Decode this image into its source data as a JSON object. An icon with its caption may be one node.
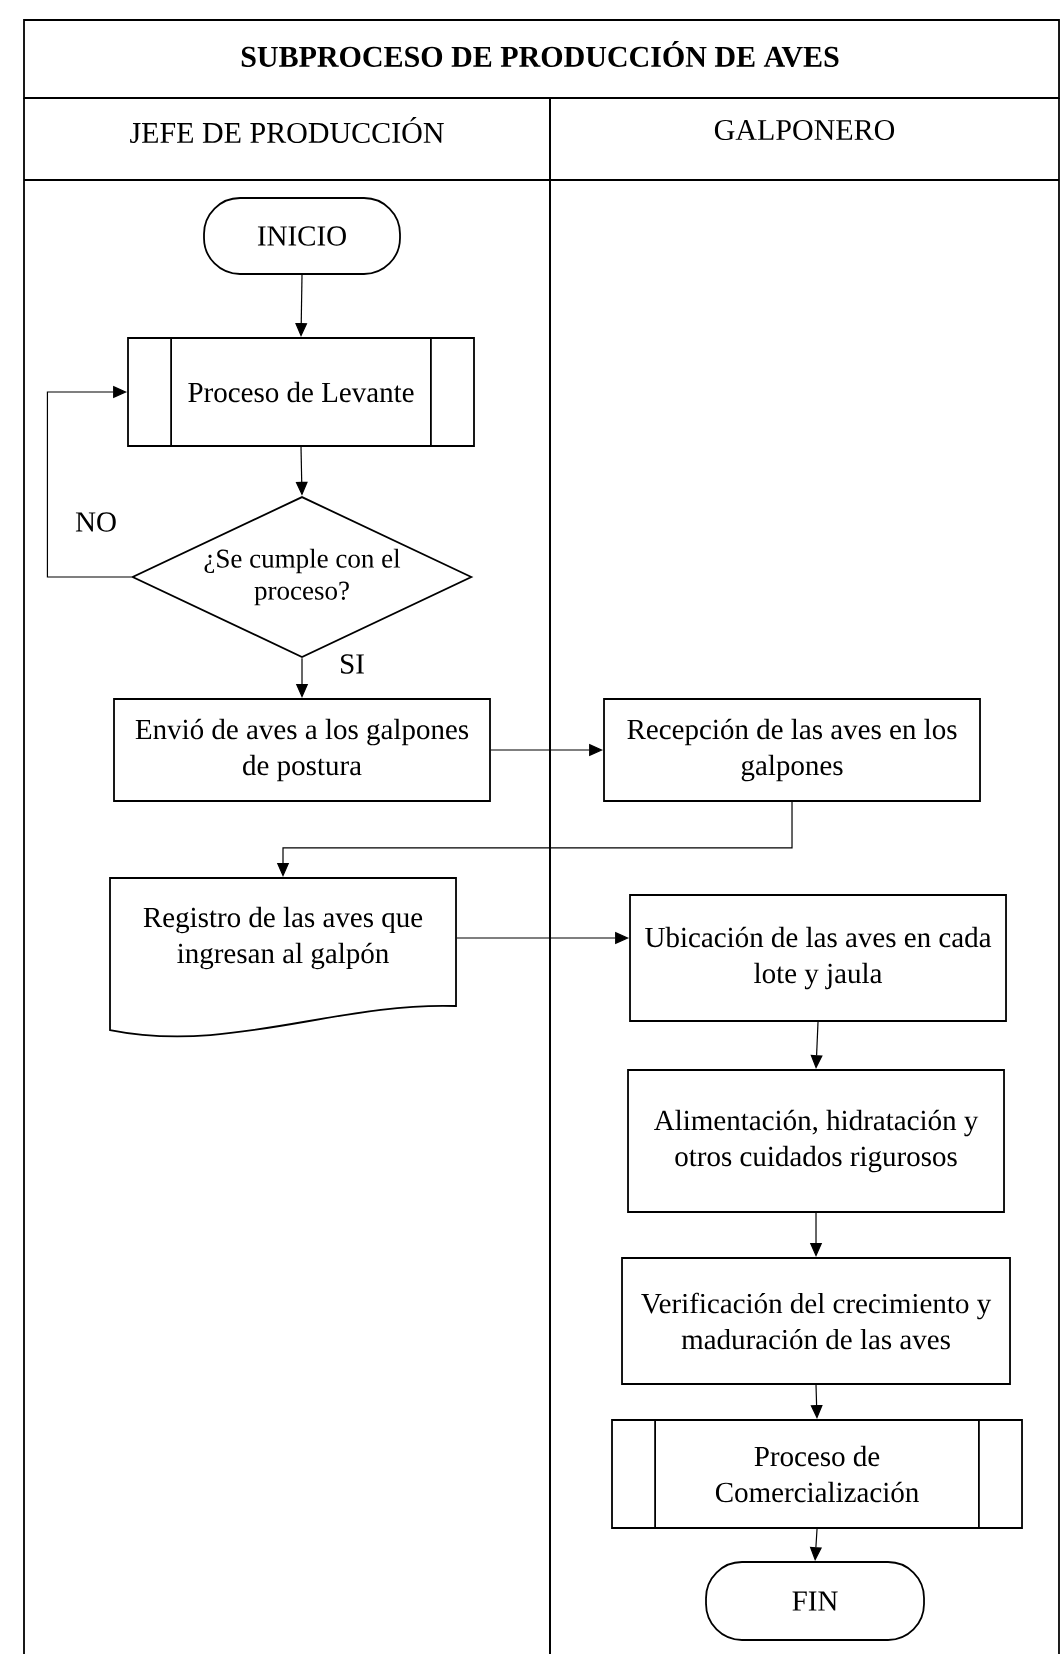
{
  "diagram": {
    "title": "SUBPROCESO DE PRODUCCIÓN DE AVES",
    "nodes": [
      {
        "text": [
          "JEFE DE PRODUCCIÓN"
        ]
      },
      {
        "text": [
          "GALPONERO"
        ]
      },
      {
        "text": [
          "INICIO"
        ],
        "in": 0
      },
      {
        "text": [
          "Proceso de Levante"
        ],
        "in": 0
      },
      {
        "text": [
          "¿Se cumple con el proceso?"
        ],
        "in": 0
      },
      {
        "text": [
          "Envió de aves a los galpones de postura"
        ],
        "in": 0
      },
      {
        "text": [
          "Recepción de las aves en los galpones"
        ],
        "in": 1
      },
      {
        "text": [
          "Registro de las aves que ingresan al galpón"
        ],
        "in": 0
      },
      {
        "text": [
          "Ubicación de las aves en cada lote y jaula"
        ],
        "in": 1
      },
      {
        "text": [
          "Alimentación, hidratación y otros cuidados rigurosos"
        ],
        "in": 1
      },
      {
        "text": [
          "Verificación del crecimiento y maduración de las aves"
        ],
        "in": 1
      },
      {
        "text": [
          "Proceso de Comercialización"
        ],
        "in": 1
      },
      {
        "text": [
          "FIN"
        ],
        "in": 1
      }
    ],
    "edges": [
      {
        "from": 2,
        "to": 3,
        "arrow": "to"
      },
      {
        "from": 3,
        "to": 4,
        "arrow": "to"
      },
      {
        "from": 4,
        "to": 3,
        "arrow": "to",
        "label": "NO"
      },
      {
        "from": 4,
        "to": 5,
        "arrow": "to",
        "label": "SI"
      },
      {
        "from": 5,
        "to": 6,
        "arrow": "to"
      },
      {
        "from": 6,
        "to": 7,
        "arrow": "to"
      },
      {
        "from": 7,
        "to": 8,
        "arrow": "to"
      },
      {
        "from": 8,
        "to": 9,
        "arrow": "to"
      },
      {
        "from": 9,
        "to": 10,
        "arrow": "to"
      },
      {
        "from": 10,
        "to": 11,
        "arrow": "to"
      },
      {
        "from": 11,
        "to": 12,
        "arrow": "to"
      }
    ]
  }
}
